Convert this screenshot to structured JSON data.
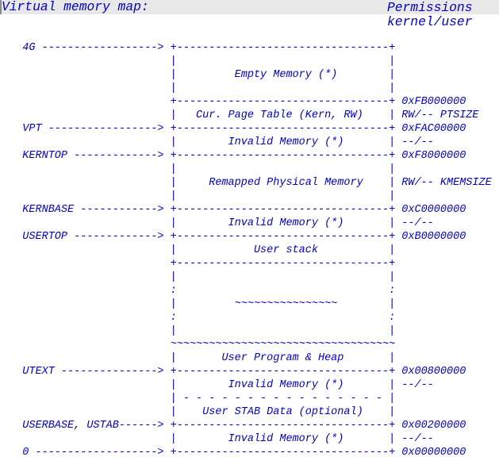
{
  "header": {
    "title": "Virtual memory map:",
    "permissions_label": "Permissions",
    "permissions_sub": "kernel/user"
  },
  "colors": {
    "text": "#0000CC",
    "header_bg": "#E8E8E8"
  },
  "diagram": {
    "labels": [
      "4G",
      "VPT",
      "KERNTOP",
      "KERNBASE",
      "USERTOP",
      "UTEXT",
      "USERBASE, USTAB",
      "0"
    ],
    "addresses": [
      "0xFB000000",
      "0xFAC00000",
      "0xF8000000",
      "0xC0000000",
      "0xB0000000",
      "0x00800000",
      "0x00200000",
      "0x00000000"
    ],
    "permissions": [
      "RW/-- PTSIZE",
      "--/--",
      "RW/-- KMEMSIZE",
      "--/--",
      "--/--",
      "--/--"
    ],
    "regions": [
      "Empty Memory (*)",
      "Cur. Page Table (Kern, RW)",
      "Invalid Memory (*)",
      "Remapped Physical Memory",
      "User stack",
      "User Program & Heap",
      "User STAB Data (optional)"
    ],
    "lines": [
      "   4G ------------------> +---------------------------------+",
      "                          |                                 |",
      "                          |         Empty Memory (*)        |",
      "                          |                                 |",
      "                          +---------------------------------+ 0xFB000000",
      "                          |   Cur. Page Table (Kern, RW)    | RW/-- PTSIZE",
      "   VPT -----------------> +---------------------------------+ 0xFAC00000",
      "                          |        Invalid Memory (*)       | --/--",
      "   KERNTOP -------------> +---------------------------------+ 0xF8000000",
      "                          |                                 |",
      "                          |     Remapped Physical Memory    | RW/-- KMEMSIZE",
      "                          |                                 |",
      "   KERNBASE ------------> +---------------------------------+ 0xC0000000",
      "                          |        Invalid Memory (*)       | --/--",
      "   USERTOP -------------> +---------------------------------+ 0xB0000000",
      "                          |            User stack           |",
      "                          +---------------------------------+",
      "                          |                                 |",
      "                          :                                 :",
      "                          |         ~~~~~~~~~~~~~~~~        |",
      "                          :                                 :",
      "                          |                                 |",
      "                          ~~~~~~~~~~~~~~~~~~~~~~~~~~~~~~~~~~~",
      "                          |       User Program & Heap       |",
      "   UTEXT ---------------> +---------------------------------+ 0x00800000",
      "                          |        Invalid Memory (*)       | --/--",
      "                          | - - - - - - - - - - - - - - - - |",
      "                          |    User STAB Data (optional)    |",
      "   USERBASE, USTAB------> +---------------------------------+ 0x00200000",
      "                          |        Invalid Memory (*)       | --/--",
      "   0 -------------------> +---------------------------------+ 0x00000000"
    ]
  }
}
